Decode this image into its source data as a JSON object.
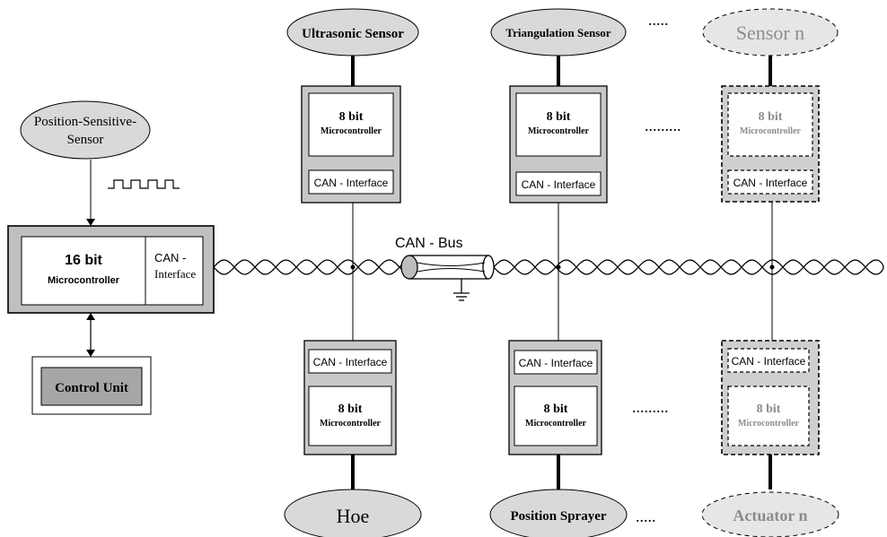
{
  "sensors": {
    "position_sensitive": "Position-Sensitive-",
    "position_sensitive_2": "Sensor",
    "ultrasonic": "Ultrasonic Sensor",
    "triangulation": "Triangulation Sensor",
    "sensor_n": "Sensor n"
  },
  "actuators": {
    "hoe": "Hoe",
    "position_sprayer": "Position Sprayer",
    "actuator_n": "Actuator n"
  },
  "main_controller": {
    "bits": "16 bit",
    "label": "Microcontroller",
    "can_1": "CAN -",
    "can_2": "Interface"
  },
  "control_unit": "Control Unit",
  "node": {
    "bits": "8 bit",
    "label": "Microcontroller",
    "can": "CAN - Interface"
  },
  "bus_label": "CAN - Bus",
  "ellipsis_short": ".....",
  "ellipsis_long": "........."
}
